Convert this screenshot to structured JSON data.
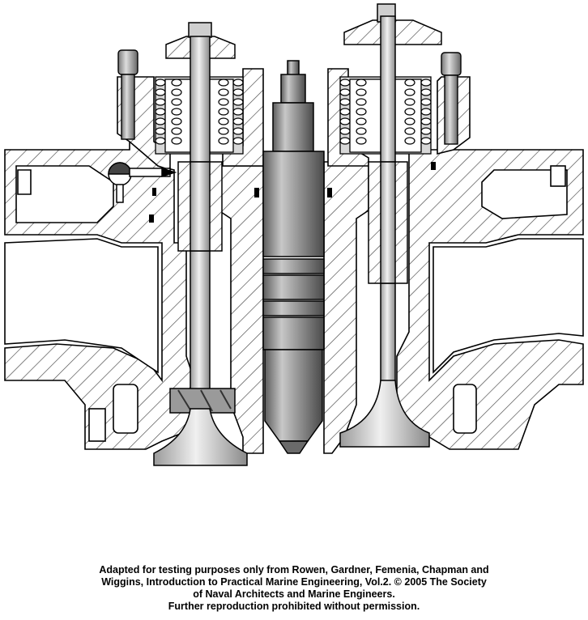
{
  "caption": {
    "line1": "Adapted for testing purposes only from Rowen, Gardner, Femenia, Chapman and",
    "line2": "Wiggins, Introduction to Practical Marine Engineering, Vol.2.  © 2005 The Society",
    "line3": "of Naval Architects and Marine Engineers.",
    "line4": "Further reproduction prohibited without permission."
  },
  "colors": {
    "line": "#000000",
    "hatch": "#555555",
    "metal_light": "#e4e4e4",
    "metal_dark": "#7a7a7a",
    "background": "#ffffff"
  }
}
